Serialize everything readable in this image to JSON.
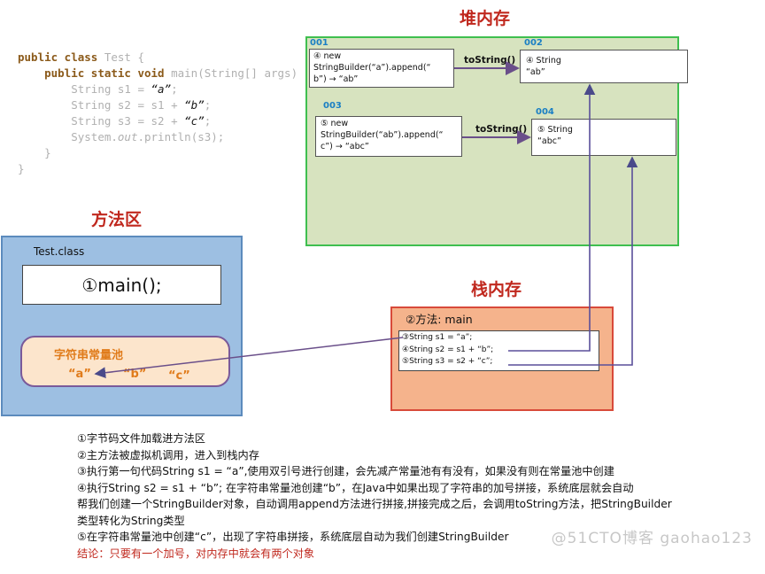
{
  "code": {
    "line1_kw": "public class",
    "line1_rest": " Test {",
    "line2_kw": "public static void",
    "line2_fn": " main",
    "line2_rest": "(String[] args)",
    "line3_pre": "String s1 = ",
    "line3_str": "“a”",
    "line3_post": ";",
    "line4_pre": "String s2 = s1 + ",
    "line4_str": "“b”",
    "line4_post": ";",
    "line5_pre": "String s3 = s2 + ",
    "line5_str": "“c”",
    "line5_post": ";",
    "line6_pre": "System.",
    "line6_it": "out",
    "line6_post": ".println(s3);",
    "close_inner": "}",
    "close_outer": "}"
  },
  "heap": {
    "title": "堆内存",
    "obj001": {
      "id": "001",
      "line1": "④ new",
      "line2": "StringBuilder(“a”).append(“",
      "line3": "b”) → “ab”"
    },
    "obj002": {
      "id": "002",
      "line1": "④ String",
      "line2": "“ab”"
    },
    "obj003": {
      "id": "003",
      "line1": "⑤ new",
      "line2": "StringBuilder(“ab”).append(“",
      "line3": "c”) → “abc”"
    },
    "obj004": {
      "id": "004",
      "line1": "⑤ String",
      "line2": "“abc”"
    },
    "arrow1_label": "toString()",
    "arrow2_label": "toString()"
  },
  "method_area": {
    "title": "方法区",
    "class_label": "Test.class",
    "main_label": "①main();",
    "pool_title": "字符串常量池",
    "pool_values": [
      "“a”",
      "“b”",
      "“c”"
    ]
  },
  "stack": {
    "title": "栈内存",
    "frame_label": "②方法: main",
    "lines": [
      "③String s1 = “a”;",
      "④String s2 = s1 + “b”;",
      "⑤String s3 = s2 + “c”;"
    ]
  },
  "notes": [
    "①字节码文件加载进方法区",
    "②主方法被虚拟机调用，进入到栈内存",
    "③执行第一句代码String s1 = “a”,使用双引号进行创建，会先减产常量池有有没有，如果没有则在常量池中创建",
    "④执行String s2 = s1 + “b”; 在字符串常量池创建“b”，在Java中如果出现了字符串的加号拼接，系统底层就会自动",
    "帮我们创建一个StringBuilder对象，自动调用append方法进行拼接,拼接完成之后，会调用toString方法，把StringBuilder",
    "类型转化为String类型",
    "⑤在字符串常量池中创建“c”，出现了字符串拼接，系统底层自动为我们创建StringBuilder",
    "结论：只要有一个加号，对内存中就会有两个对象"
  ],
  "watermark": "@51CTO博客 gaohao123"
}
